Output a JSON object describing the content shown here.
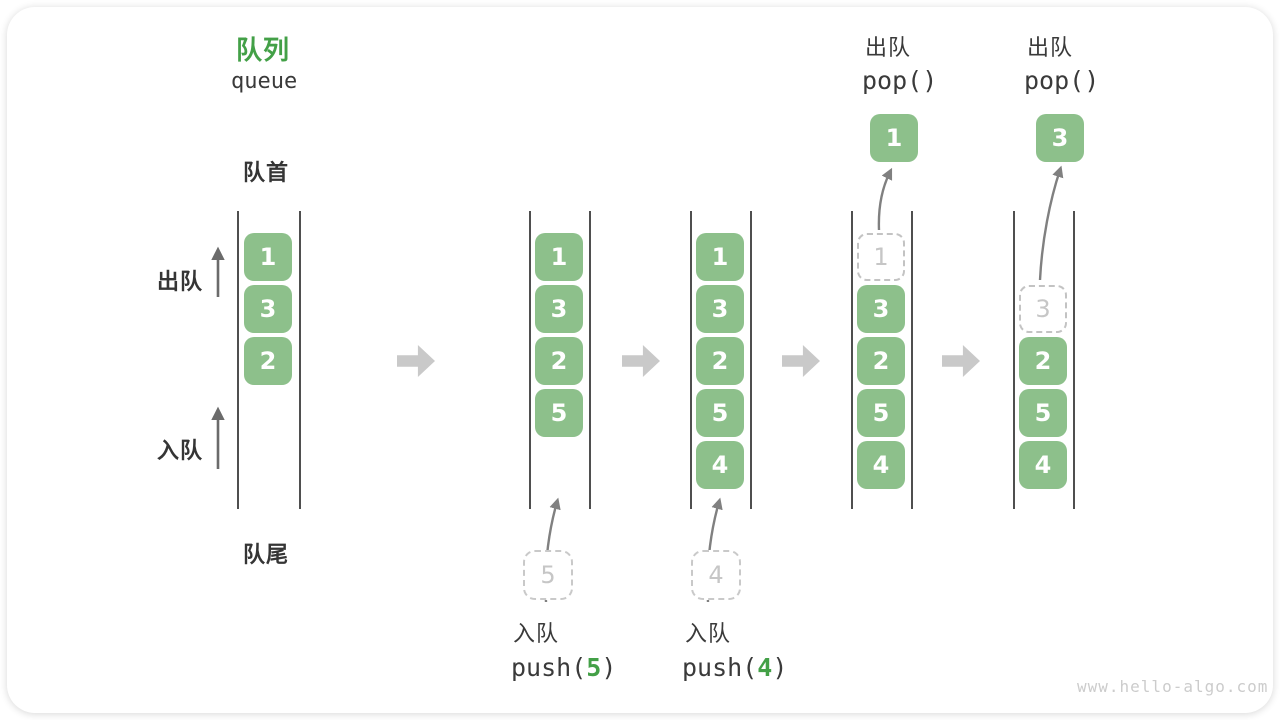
{
  "title": {
    "zh": "队列",
    "en": "queue"
  },
  "side_labels": {
    "front": "队首",
    "rear": "队尾",
    "dequeue": "出队",
    "enqueue": "入队"
  },
  "columns": [
    {
      "boxes": [
        {
          "type": "green",
          "value": "1"
        },
        {
          "type": "green",
          "value": "3"
        },
        {
          "type": "green",
          "value": "2"
        }
      ]
    },
    {
      "boxes": [
        {
          "type": "green",
          "value": "1"
        },
        {
          "type": "green",
          "value": "3"
        },
        {
          "type": "green",
          "value": "2"
        },
        {
          "type": "green",
          "value": "5"
        }
      ],
      "below": {
        "ghost_value": "5",
        "action_label": "入队",
        "code_pre": "push(",
        "code_arg": "5",
        "code_post": ")"
      }
    },
    {
      "boxes": [
        {
          "type": "green",
          "value": "1"
        },
        {
          "type": "green",
          "value": "3"
        },
        {
          "type": "green",
          "value": "2"
        },
        {
          "type": "green",
          "value": "5"
        },
        {
          "type": "green",
          "value": "4"
        }
      ],
      "below": {
        "ghost_value": "4",
        "action_label": "入队",
        "code_pre": "push(",
        "code_arg": "4",
        "code_post": ")"
      }
    },
    {
      "boxes": [
        {
          "type": "dashed",
          "value": "1"
        },
        {
          "type": "green",
          "value": "3"
        },
        {
          "type": "green",
          "value": "2"
        },
        {
          "type": "green",
          "value": "5"
        },
        {
          "type": "green",
          "value": "4"
        }
      ],
      "above": {
        "action_label": "出队",
        "code": "pop()",
        "popped_value": "1"
      }
    },
    {
      "boxes": [
        {
          "type": "dashed",
          "value": "3"
        },
        {
          "type": "green",
          "value": "2"
        },
        {
          "type": "green",
          "value": "5"
        },
        {
          "type": "green",
          "value": "4"
        }
      ],
      "above": {
        "action_label": "出队",
        "code": "pop()",
        "popped_value": "3"
      }
    }
  ],
  "colors": {
    "element_green": "#8dc08b",
    "accent_green": "#43a047",
    "text_dark": "#3a3a3a",
    "ghost_gray": "#c6c6c6",
    "dashed_border_gray": "#c3c3c3",
    "block_arrow_gray": "#c9c9c9",
    "thin_arrow_gray": "#808080",
    "rail_dark": "#4f4f4f",
    "watermark_gray": "#cccccc"
  },
  "watermark": "www.hello-algo.com"
}
